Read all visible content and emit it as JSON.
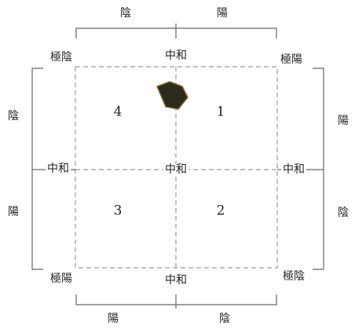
{
  "top": {
    "left": "陰",
    "right": "陽"
  },
  "bottom": {
    "left": "陽",
    "right": "陰"
  },
  "left": {
    "upper": "陰",
    "lower": "陽"
  },
  "right": {
    "upper": "陽",
    "lower": "陰"
  },
  "corners": {
    "top_left": "極陰",
    "top_right": "極陽",
    "bottom_left": "極陽",
    "bottom_right": "極陰"
  },
  "neutral": "中和",
  "quadrants": {
    "q1": "1",
    "q2": "2",
    "q3": "3",
    "q4": "4"
  },
  "colors": {
    "line": "#666666",
    "dashed": "#999999",
    "marker_fill": "#2b2a1c",
    "marker_edge": "#8a6a2a"
  }
}
